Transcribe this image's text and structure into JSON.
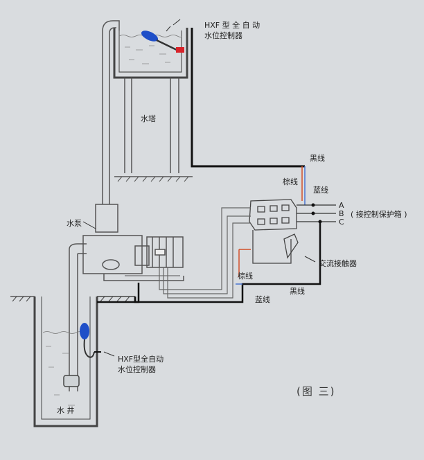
{
  "labels": {
    "top_controller_line1": "HXF 型 全 自 动",
    "top_controller_line2": "水位控制器",
    "water_tower": "水塔",
    "black_wire_top": "黑线",
    "brown_wire_top": "棕线",
    "blue_wire_top": "蓝线",
    "phase_a": "A",
    "phase_b": "B",
    "phase_c": "C",
    "protection_box": "( 接控制保护箱 )",
    "pump": "水泵",
    "contactor": "交流接触器",
    "brown_wire_bottom": "棕线",
    "black_wire_bottom": "黑线",
    "blue_wire_bottom": "蓝线",
    "bottom_controller_line1": "HXF型全自动",
    "bottom_controller_line2": "水位控制器",
    "well": "水 井",
    "figure_caption": "(图 三)"
  },
  "colors": {
    "float_blue": "#1f4fc8",
    "brown_wire": "#d2502a",
    "blue_wire": "#4a74d0",
    "black_wire": "#111111",
    "switch_red": "#d8232a"
  }
}
